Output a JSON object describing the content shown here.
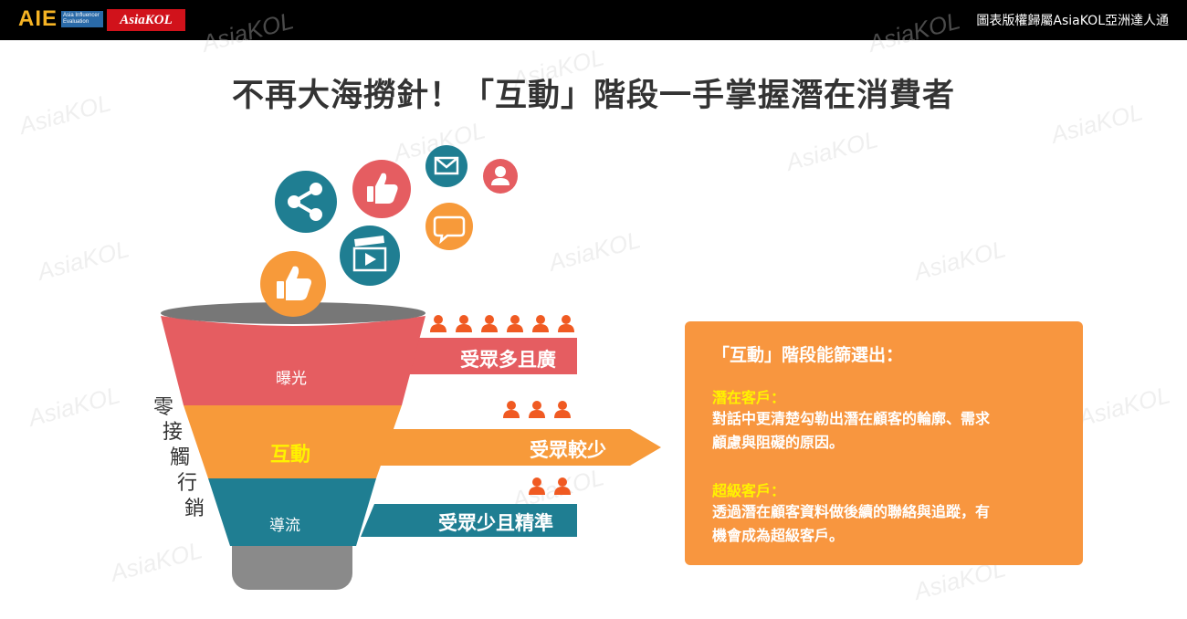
{
  "header": {
    "logo_aie_text": "AIE",
    "logo_aie_sub": "Asia Influencer Evaluation",
    "logo_kol_text": "AsiaKOL",
    "copyright": "圖表版權歸屬AsiaKOL亞洲達人通"
  },
  "title": "不再大海撈針！「互動」階段一手掌握潛在消費者",
  "watermark_text": "AsiaKOL",
  "icons": [
    "share-icon",
    "thumbs-up-icon",
    "mail-icon",
    "user-icon",
    "chat-bubble-icon",
    "video-clapper-icon",
    "thumbs-up-icon"
  ],
  "funnel": {
    "stages": [
      {
        "label": "曝光",
        "arrow_text": "受眾多且廣",
        "people": 6,
        "color": "#e55d61"
      },
      {
        "label": "互動",
        "arrow_text": "受眾較少",
        "people": 3,
        "color": "#f79a3a"
      },
      {
        "label": "導流",
        "arrow_text": "受眾少且精準",
        "people": 2,
        "color": "#1f7e92"
      }
    ],
    "side_label_chars": [
      "零",
      "接",
      "觸",
      "行",
      "銷"
    ],
    "highlight_color": "#fff200"
  },
  "panel": {
    "heading": "「互動」階段能篩選出：",
    "potential_title": "潛在客戶：",
    "potential_line1": "對話中更清楚勾勒出潛在顧客的輪廓、需求",
    "potential_line2": "顧慮與阻礙的原因。",
    "super_title": "超級客戶：",
    "super_line1": "透過潛在顧客資料做後續的聯絡與追蹤，有",
    "super_line2": "機會成為超級客戶。"
  },
  "colors": {
    "icon_orange": "#f79a3a",
    "icon_red": "#e55d61",
    "icon_teal": "#1f7e92",
    "people_orange": "#f05a22",
    "panel": "#f8963f"
  }
}
